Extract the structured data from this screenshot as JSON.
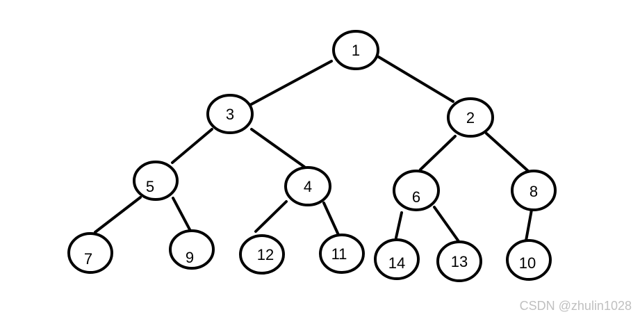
{
  "tree": {
    "nodes": [
      {
        "id": "n1",
        "label": "1"
      },
      {
        "id": "n3",
        "label": "3"
      },
      {
        "id": "n2",
        "label": "2"
      },
      {
        "id": "n5",
        "label": "5"
      },
      {
        "id": "n4",
        "label": "4"
      },
      {
        "id": "n6",
        "label": "6"
      },
      {
        "id": "n8",
        "label": "8"
      },
      {
        "id": "n7",
        "label": "7"
      },
      {
        "id": "n9",
        "label": "9"
      },
      {
        "id": "n12",
        "label": "12"
      },
      {
        "id": "n11",
        "label": "11"
      },
      {
        "id": "n14",
        "label": "14"
      },
      {
        "id": "n13",
        "label": "13"
      },
      {
        "id": "n10",
        "label": "10"
      }
    ],
    "edges": [
      [
        "n1",
        "n3"
      ],
      [
        "n1",
        "n2"
      ],
      [
        "n3",
        "n5"
      ],
      [
        "n3",
        "n4"
      ],
      [
        "n2",
        "n6"
      ],
      [
        "n2",
        "n8"
      ],
      [
        "n5",
        "n7"
      ],
      [
        "n5",
        "n9"
      ],
      [
        "n4",
        "n12"
      ],
      [
        "n4",
        "n11"
      ],
      [
        "n6",
        "n14"
      ],
      [
        "n6",
        "n13"
      ],
      [
        "n8",
        "n10"
      ]
    ]
  },
  "watermark": "CSDN @zhulin1028"
}
